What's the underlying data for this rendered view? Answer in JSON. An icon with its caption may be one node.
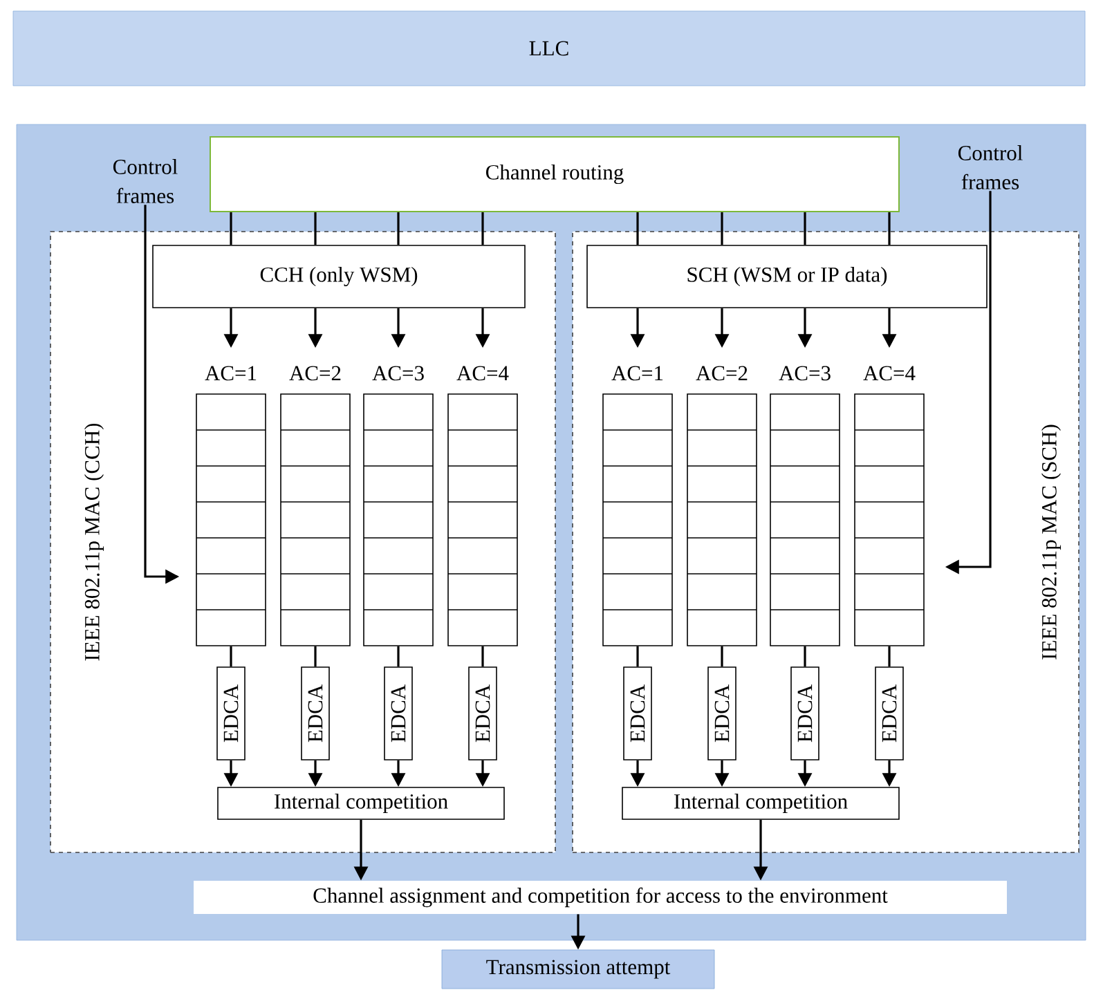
{
  "diagram": {
    "nodes": [
      {
        "text": [
          "LLC"
        ]
      },
      {
        "text": [
          "Channel routing"
        ]
      },
      {
        "text": [
          "IEEE 802.11p MAC (CCH)"
        ]
      },
      {
        "text": [
          "IEEE 802.11p MAC (SCH)"
        ]
      },
      {
        "text": [
          "CCH (only WSM)"
        ],
        "in": 2
      },
      {
        "text": [
          "SCH (WSM or IP data)"
        ],
        "in": 3
      },
      {
        "text": [
          "AC=1"
        ],
        "in": 2
      },
      {
        "text": [
          "AC=2"
        ],
        "in": 2
      },
      {
        "text": [
          "AC=3"
        ],
        "in": 2
      },
      {
        "text": [
          "AC=4"
        ],
        "in": 2
      },
      {
        "text": [
          "AC=1"
        ],
        "in": 3
      },
      {
        "text": [
          "AC=2"
        ],
        "in": 3
      },
      {
        "text": [
          "AC=3"
        ],
        "in": 3
      },
      {
        "text": [
          "AC=4"
        ],
        "in": 3
      },
      {
        "text": [
          "EDCA"
        ],
        "in": 2
      },
      {
        "text": [
          "EDCA"
        ],
        "in": 2
      },
      {
        "text": [
          "EDCA"
        ],
        "in": 2
      },
      {
        "text": [
          "EDCA"
        ],
        "in": 2
      },
      {
        "text": [
          "EDCA"
        ],
        "in": 3
      },
      {
        "text": [
          "EDCA"
        ],
        "in": 3
      },
      {
        "text": [
          "EDCA"
        ],
        "in": 3
      },
      {
        "text": [
          "EDCA"
        ],
        "in": 3
      },
      {
        "text": [
          "Internal competition"
        ],
        "in": 2
      },
      {
        "text": [
          "Internal competition"
        ],
        "in": 3
      },
      {
        "text": [
          "Channel assignment and competition for access to the environment"
        ]
      },
      {
        "text": [
          "Transmission attempt"
        ]
      },
      {
        "text": [
          "Control frames"
        ]
      },
      {
        "text": [
          "Control frames"
        ]
      }
    ],
    "edges": [
      {
        "from": 1,
        "to": 4,
        "arrow": "none"
      },
      {
        "from": 1,
        "to": 4,
        "arrow": "none"
      },
      {
        "from": 1,
        "to": 4,
        "arrow": "none"
      },
      {
        "from": 1,
        "to": 4,
        "arrow": "none"
      },
      {
        "from": 1,
        "to": 5,
        "arrow": "none"
      },
      {
        "from": 1,
        "to": 5,
        "arrow": "none"
      },
      {
        "from": 1,
        "to": 5,
        "arrow": "none"
      },
      {
        "from": 1,
        "to": 5,
        "arrow": "none"
      },
      {
        "from": 4,
        "to": 6,
        "arrow": "to"
      },
      {
        "from": 4,
        "to": 7,
        "arrow": "to"
      },
      {
        "from": 4,
        "to": 8,
        "arrow": "to"
      },
      {
        "from": 4,
        "to": 9,
        "arrow": "to"
      },
      {
        "from": 5,
        "to": 10,
        "arrow": "to"
      },
      {
        "from": 5,
        "to": 11,
        "arrow": "to"
      },
      {
        "from": 5,
        "to": 12,
        "arrow": "to"
      },
      {
        "from": 5,
        "to": 13,
        "arrow": "to"
      },
      {
        "from": 6,
        "to": 14,
        "arrow": "none"
      },
      {
        "from": 7,
        "to": 15,
        "arrow": "none"
      },
      {
        "from": 8,
        "to": 16,
        "arrow": "none"
      },
      {
        "from": 9,
        "to": 17,
        "arrow": "none"
      },
      {
        "from": 10,
        "to": 18,
        "arrow": "none"
      },
      {
        "from": 11,
        "to": 19,
        "arrow": "none"
      },
      {
        "from": 12,
        "to": 20,
        "arrow": "none"
      },
      {
        "from": 13,
        "to": 21,
        "arrow": "none"
      },
      {
        "from": 14,
        "to": 22,
        "arrow": "to"
      },
      {
        "from": 15,
        "to": 22,
        "arrow": "to"
      },
      {
        "from": 16,
        "to": 22,
        "arrow": "to"
      },
      {
        "from": 17,
        "to": 22,
        "arrow": "to"
      },
      {
        "from": 18,
        "to": 23,
        "arrow": "to"
      },
      {
        "from": 19,
        "to": 23,
        "arrow": "to"
      },
      {
        "from": 20,
        "to": 23,
        "arrow": "to"
      },
      {
        "from": 21,
        "to": 23,
        "arrow": "to"
      },
      {
        "from": 22,
        "to": 24,
        "arrow": "to"
      },
      {
        "from": 23,
        "to": 24,
        "arrow": "to"
      },
      {
        "from": 24,
        "to": 25,
        "arrow": "to"
      },
      {
        "from": 26,
        "to": 6,
        "arrow": "to"
      },
      {
        "from": 27,
        "to": 13,
        "arrow": "to"
      }
    ]
  }
}
